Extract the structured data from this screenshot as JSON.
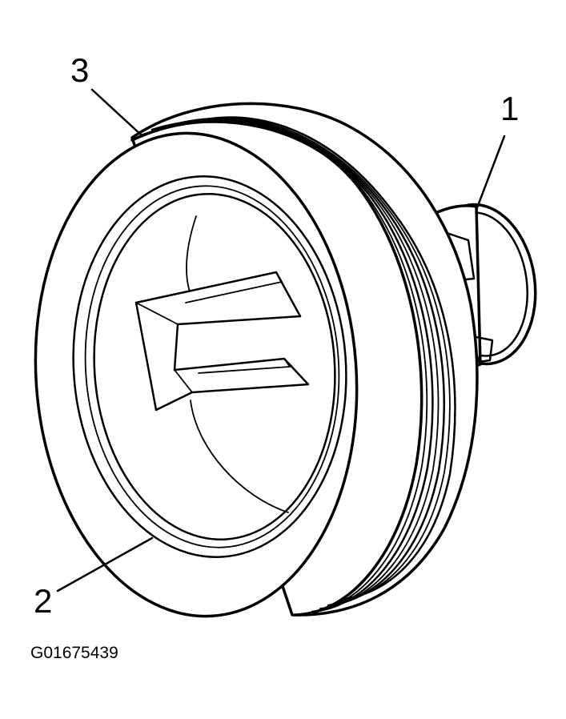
{
  "callouts": {
    "label_1": "1",
    "label_2": "2",
    "label_3": "3"
  },
  "figure_code": "G01675439",
  "colors": {
    "line": "#000000",
    "background": "#ffffff"
  }
}
